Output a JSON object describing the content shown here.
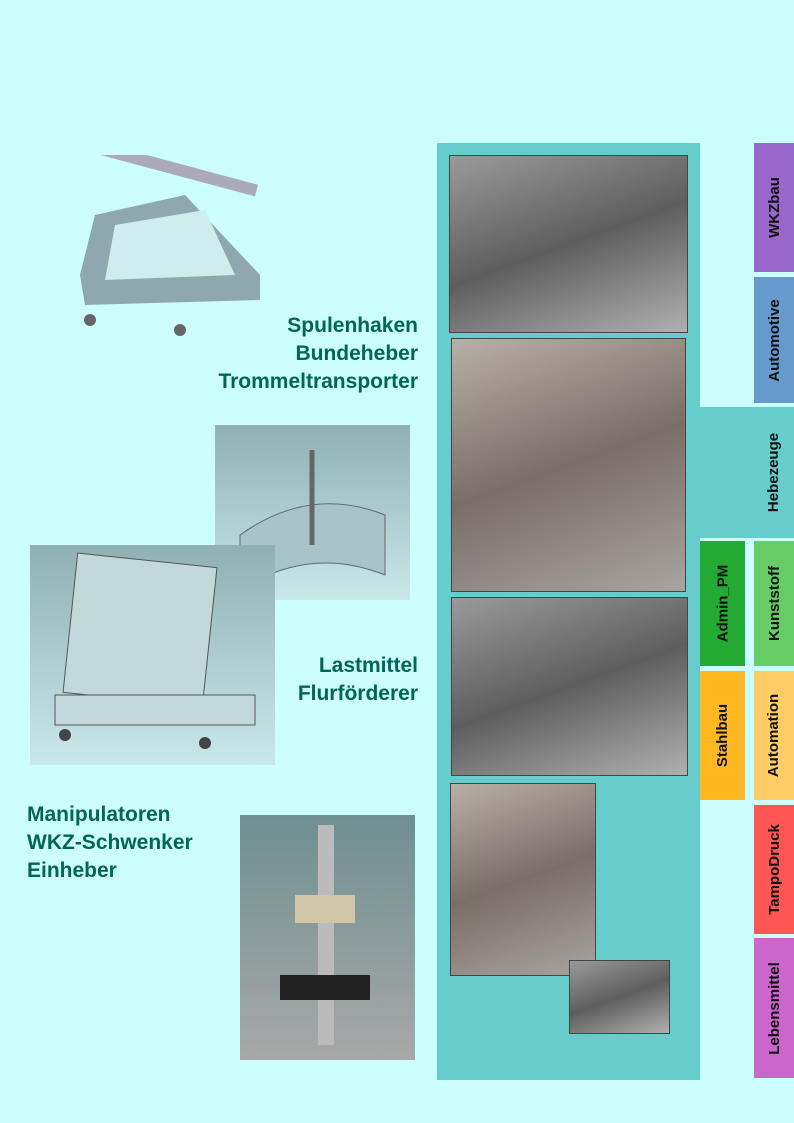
{
  "headings": {
    "group1": [
      "Spulenhaken",
      "Bundeheber",
      "Trommeltransporter"
    ],
    "group2": [
      "Lastmittel",
      "Flurförderer"
    ],
    "group3": [
      "Manipulatoren",
      "WKZ-Schwenker",
      "Einheber"
    ]
  },
  "tabs": {
    "wkzbau": "WKZbau",
    "automotive": "Automotive",
    "hebezeuge": "Hebezeuge",
    "admin_pm": "Admin_PM",
    "kunststoff": "Kunststoff",
    "stahlbau": "Stahlbau",
    "automation": "Automation",
    "tampodruck": "TampoDruck",
    "lebensmittel": "Lebensmittel"
  },
  "colors": {
    "background": "#ccfefe",
    "panel": "#66cccc",
    "heading": "#006655",
    "wkzbau": "#9966cc",
    "automotive": "#6699cc",
    "admin_pm": "#22aa33",
    "kunststoff": "#66cc66",
    "stahlbau": "#ffb822",
    "automation": "#ffcc66",
    "tampodruck": "#ff5555",
    "lebensmittel": "#cc66cc"
  }
}
